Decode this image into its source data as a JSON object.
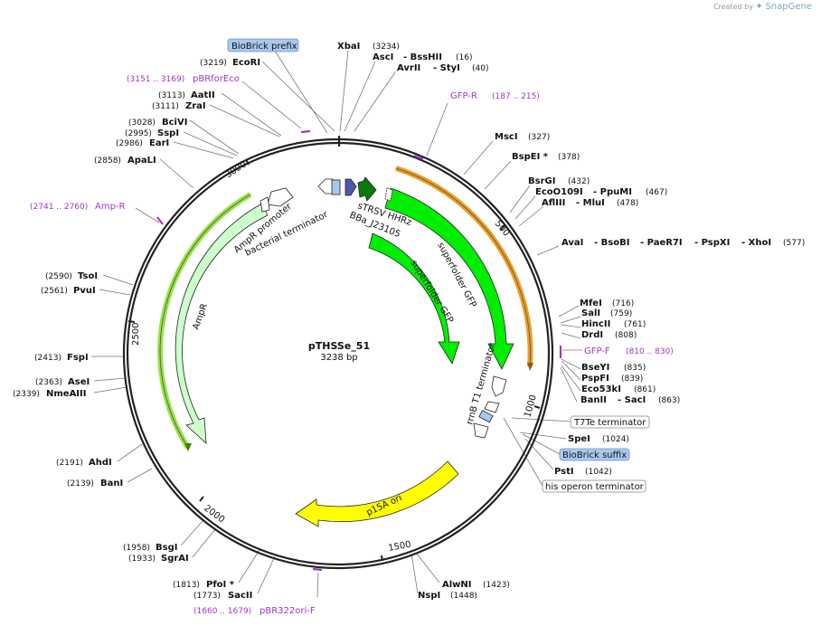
{
  "credit": {
    "prefix": "Created by",
    "brand": "SnapGene"
  },
  "plasmid": {
    "name": "pTHSSe_51",
    "size_label": "3238 bp",
    "length": 3238
  },
  "ticks": [
    "500",
    "1000",
    "1500",
    "2000",
    "2500",
    "3000"
  ],
  "enzymes": [
    {
      "name": "XbaI",
      "pos": "(3234)"
    },
    {
      "name": "AscI",
      "pos": ""
    },
    {
      "name": "- BssHII",
      "pos": "(16)"
    },
    {
      "name": "AvrII",
      "pos": ""
    },
    {
      "name": "- StyI",
      "pos": "(40)"
    },
    {
      "name": "MscI",
      "pos": "(327)"
    },
    {
      "name": "BspEI *",
      "pos": "(378)"
    },
    {
      "name": "BsrGI",
      "pos": "(432)"
    },
    {
      "name": "EcoO109I",
      "pos": ""
    },
    {
      "name": "- PpuMI",
      "pos": "(467)"
    },
    {
      "name": "AflIII",
      "pos": ""
    },
    {
      "name": "- MluI",
      "pos": "(478)"
    },
    {
      "name": "AvaI",
      "pos": ""
    },
    {
      "name": "- BsoBI",
      "pos": ""
    },
    {
      "name": "- PaeR7I",
      "pos": ""
    },
    {
      "name": "- PspXI",
      "pos": ""
    },
    {
      "name": "- XhoI",
      "pos": "(577)"
    },
    {
      "name": "MfeI",
      "pos": "(716)"
    },
    {
      "name": "SalI",
      "pos": "(759)"
    },
    {
      "name": "HincII",
      "pos": "(761)"
    },
    {
      "name": "DrdI",
      "pos": "(808)"
    },
    {
      "name": "BseYI",
      "pos": "(835)"
    },
    {
      "name": "PspFI",
      "pos": "(839)"
    },
    {
      "name": "Eco53kI",
      "pos": "(861)"
    },
    {
      "name": "BanII",
      "pos": ""
    },
    {
      "name": "- SacI",
      "pos": "(863)"
    },
    {
      "name": "SpeI",
      "pos": "(1024)"
    },
    {
      "name": "PstI",
      "pos": "(1042)"
    },
    {
      "name": "AlwNI",
      "pos": "(1423)"
    },
    {
      "name": "NspI",
      "pos": "(1448)"
    },
    {
      "name": "SacII",
      "pos": "(1773)"
    },
    {
      "name": "PfoI *",
      "pos": "(1813)"
    },
    {
      "name": "SgrAI",
      "pos": "(1933)"
    },
    {
      "name": "BsgI",
      "pos": "(1958)"
    },
    {
      "name": "BanI",
      "pos": "(2139)"
    },
    {
      "name": "AhdI",
      "pos": "(2191)"
    },
    {
      "name": "NmeAIII",
      "pos": "(2339)"
    },
    {
      "name": "AseI",
      "pos": "(2363)"
    },
    {
      "name": "FspI",
      "pos": "(2413)"
    },
    {
      "name": "PvuI",
      "pos": "(2561)"
    },
    {
      "name": "TsoI",
      "pos": "(2590)"
    },
    {
      "name": "ApaLI",
      "pos": "(2858)"
    },
    {
      "name": "EarI",
      "pos": "(2986)"
    },
    {
      "name": "SspI",
      "pos": "(2995)"
    },
    {
      "name": "BciVI",
      "pos": "(3028)"
    },
    {
      "name": "ZraI",
      "pos": "(3111)"
    },
    {
      "name": "AatII",
      "pos": "(3113)"
    },
    {
      "name": "EcoRI",
      "pos": "(3219)"
    }
  ],
  "primers": [
    {
      "name": "GFP-R",
      "range": "(187 .. 215)"
    },
    {
      "name": "GFP-F",
      "range": "(810 .. 830)"
    },
    {
      "name": "pBR322ori-F",
      "range": "(1660 .. 1679)"
    },
    {
      "name": "Amp-R",
      "range": "(2741 .. 2760)"
    },
    {
      "name": "pBRforEco",
      "range": "(3151 .. 3169)"
    }
  ],
  "boxed_features": [
    {
      "name": "BioBrick prefix",
      "fill": "#a9c8f0"
    },
    {
      "name": "T7Te terminator",
      "fill": "#ffffff"
    },
    {
      "name": "BioBrick suffix",
      "fill": "#a9c8f0"
    },
    {
      "name": "his operon terminator",
      "fill": "#ffffff"
    }
  ],
  "features": [
    {
      "name": "superfolder GFP",
      "color": "#00ee00"
    },
    {
      "name": "superfolder GFP",
      "color": "#00ee00"
    },
    {
      "name": "p15A ori",
      "color": "#ffff00"
    },
    {
      "name": "AmpR",
      "color": "#ccffcc"
    },
    {
      "name": "AmpR promoter",
      "color": "#ffffff"
    },
    {
      "name": "bacterial terminator",
      "color": "#ffffff"
    },
    {
      "name": "sTRSV HHRz",
      "color": "#4a5aa8"
    },
    {
      "name": "BBa_J23105",
      "color": "#0a7a0a"
    },
    {
      "name": "rrnB T1 terminator",
      "color": "#ffffff"
    }
  ]
}
